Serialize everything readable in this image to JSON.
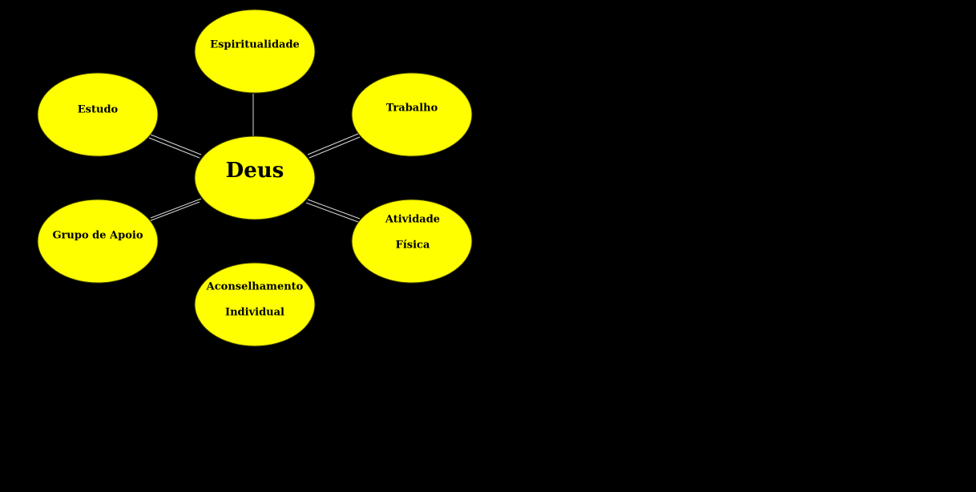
{
  "colors": {
    "background": "#000000",
    "node_fill": "#ffff00",
    "connector": "#d8d8d8",
    "text": "#000000"
  },
  "diagram": {
    "center": {
      "label": "Deus"
    },
    "nodes": {
      "espiritualidade": {
        "lines": [
          "Espiritualidade"
        ]
      },
      "trabalho": {
        "lines": [
          "Trabalho"
        ]
      },
      "atividade_fisica": {
        "lines": [
          "Atividade",
          "Física"
        ]
      },
      "aconselhamento": {
        "lines": [
          "Aconselhamento",
          "Individual"
        ]
      },
      "grupo_apoio": {
        "lines": [
          "Grupo de Apoio"
        ]
      },
      "estudo": {
        "lines": [
          "Estudo"
        ]
      }
    }
  }
}
